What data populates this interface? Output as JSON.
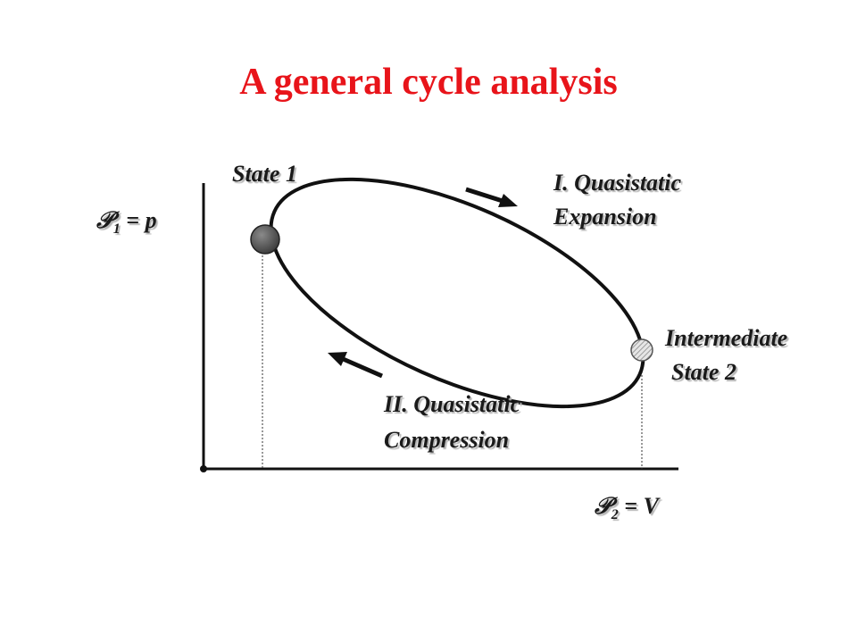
{
  "title": "A general cycle analysis",
  "labels": {
    "state1": "State 1",
    "expansion_line1": "I.  Quasistatic",
    "expansion_line2": "Expansion",
    "intermediate_line1": "Intermediate",
    "intermediate_line2": "State 2",
    "compression_line1": "II. Quasistatic",
    "compression_line2": "Compression"
  },
  "y_axis_label": {
    "symbol": "𝒫",
    "subscript": "1",
    "rest": " = p"
  },
  "x_axis_label": {
    "symbol": "𝒫",
    "subscript": "2",
    "rest": " = V"
  },
  "colors": {
    "title": "#e8141a",
    "state1_point": "#555555",
    "state2_point": "#cfcfcf",
    "line": "#111111"
  }
}
